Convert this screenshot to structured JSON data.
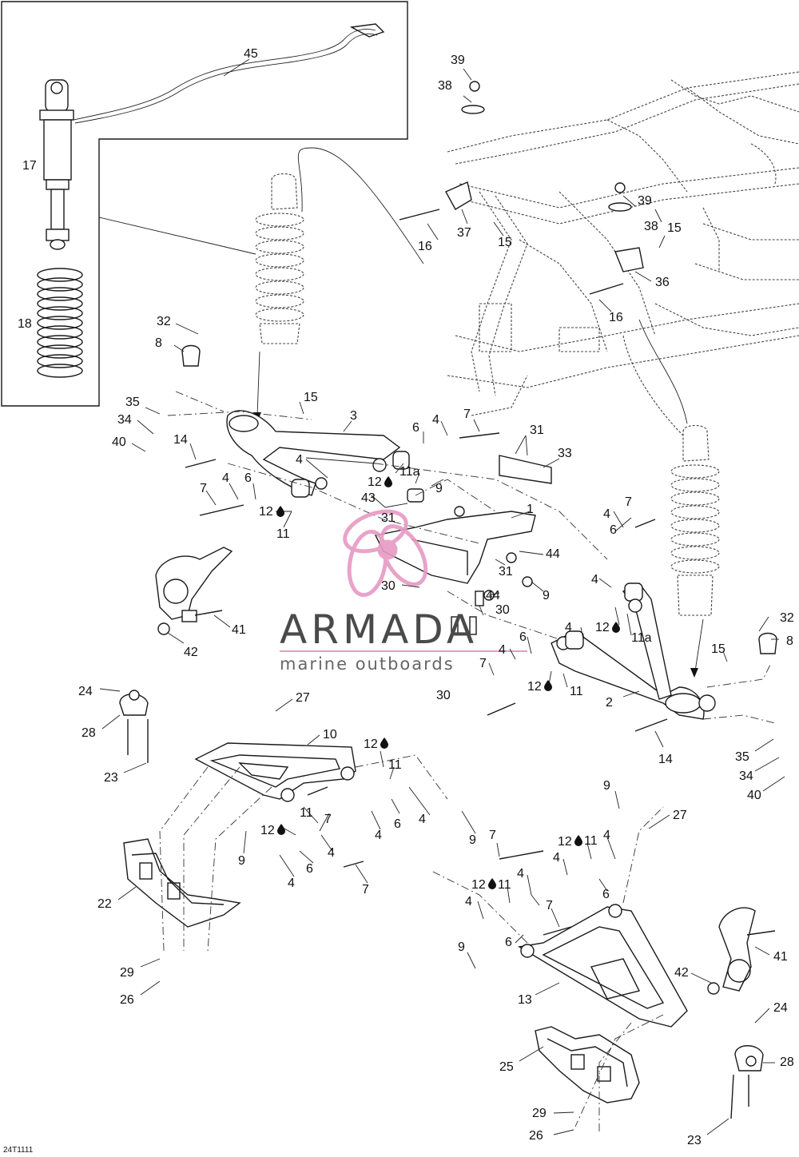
{
  "figure": {
    "figure_id": "24T1111",
    "watermark": {
      "brand": "ARMADA",
      "tagline": "marine outboards",
      "color": "#e79ac4"
    }
  },
  "callouts": {
    "c1": "1",
    "c2": "2",
    "c3": "3",
    "c4": "4",
    "c6": "6",
    "c7": "7",
    "c8": "8",
    "c9": "9",
    "c10": "10",
    "c11": "11",
    "c11a": "11a",
    "c12": "12",
    "c13": "13",
    "c14": "14",
    "c15": "15",
    "c16": "16",
    "c17": "17",
    "c18": "18",
    "c22": "22",
    "c23": "23",
    "c24": "24",
    "c25": "25",
    "c26": "26",
    "c27": "27",
    "c28": "28",
    "c29": "29",
    "c30": "30",
    "c31": "31",
    "c32": "32",
    "c33": "33",
    "c34": "34",
    "c35": "35",
    "c36": "36",
    "c37": "37",
    "c38": "38",
    "c39": "39",
    "c40": "40",
    "c41": "41",
    "c42": "42",
    "c43": "43",
    "c44": "44",
    "c45": "45"
  },
  "icons": {
    "lubricant": "oil-drop-icon",
    "watermark_logo": "propeller-logo-icon"
  }
}
